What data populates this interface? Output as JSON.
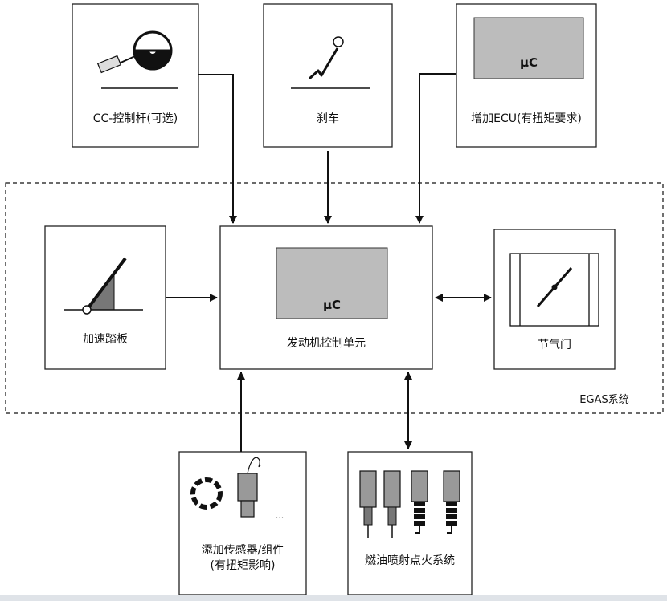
{
  "blocks": {
    "cc_lever": "CC-控制杆(可选)",
    "brake": "刹车",
    "extra_ecu": "增加ECU(有扭矩要求)",
    "accelerator": "加速踏板",
    "ecu": "发动机控制单元",
    "throttle": "节气门",
    "sensors_line1": "添加传感器/组件",
    "sensors_line2": "(有扭矩影响)",
    "injection": "燃油喷射点火系统"
  },
  "microcontroller_label": "μC",
  "system_boundary_label": "EGAS系统",
  "ellipsis": "...",
  "colors": {
    "chip_fill": "#bcbcbc",
    "line": "#111111",
    "box_border": "#222222",
    "background": "#ffffff"
  }
}
